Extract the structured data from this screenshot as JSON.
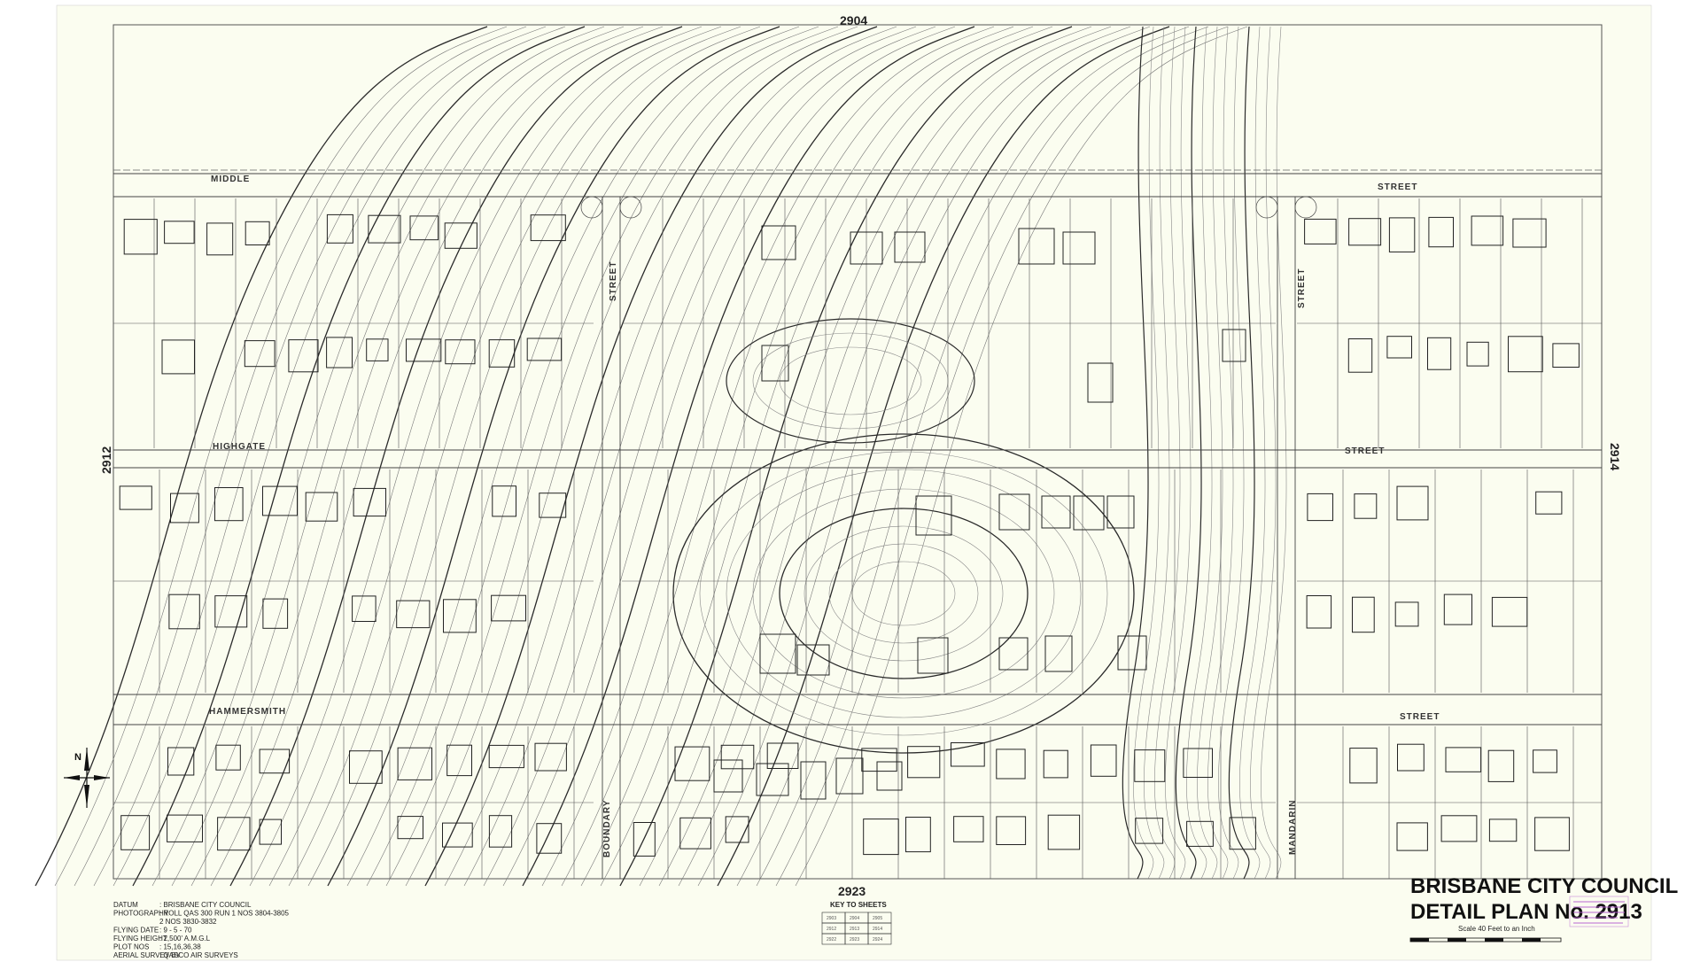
{
  "adjacent_sheets": {
    "top": "2904",
    "bottom": "2923",
    "left": "2912",
    "right": "2914"
  },
  "street_labels": {
    "middle": "MIDDLE",
    "street_top_right": "STREET",
    "highgate": "HIGHGATE",
    "street_mid_right": "STREET",
    "hammersmith": "HAMMERSMITH",
    "street_bottom_right": "STREET",
    "boundary_street_top": "STREET",
    "boundary": "BOUNDARY",
    "mandarin_street_top": "STREET",
    "mandarin": "MANDARIN"
  },
  "title": {
    "line1": "BRISBANE CITY COUNCIL",
    "line2": "DETAIL PLAN No. 2913",
    "scale": "Scale 40 Feet to an Inch"
  },
  "info_block": [
    {
      "label": "DATUM",
      "value": ": BRISBANE CITY COUNCIL"
    },
    {
      "label": "PHOTOGRAPHY",
      "value": ": ROLL QAS 300 RUN 1  NOS 3804-3805"
    },
    {
      "label": "",
      "value": "2  NOS 3830-3832"
    },
    {
      "label": "FLYING DATE",
      "value": ": 9 - 5 - 70"
    },
    {
      "label": "FLYING HEIGHT",
      "value": ": 2,500' A.M.G.L"
    },
    {
      "label": "PLOT NOS",
      "value": ": 15,16,36,38"
    },
    {
      "label": "AERIAL SURVEY BY",
      "value": ": QASCO AIR SURVEYS"
    }
  ],
  "key": {
    "title": "KEY TO SHEETS",
    "cells": [
      "2903",
      "2904",
      "2905",
      "2912",
      "2913",
      "2914",
      "2922",
      "2923",
      "2924"
    ]
  },
  "stamp_color": "#b35ad0",
  "contour_color": "#2a2a2a",
  "sheet_color": "#fbfdf0"
}
